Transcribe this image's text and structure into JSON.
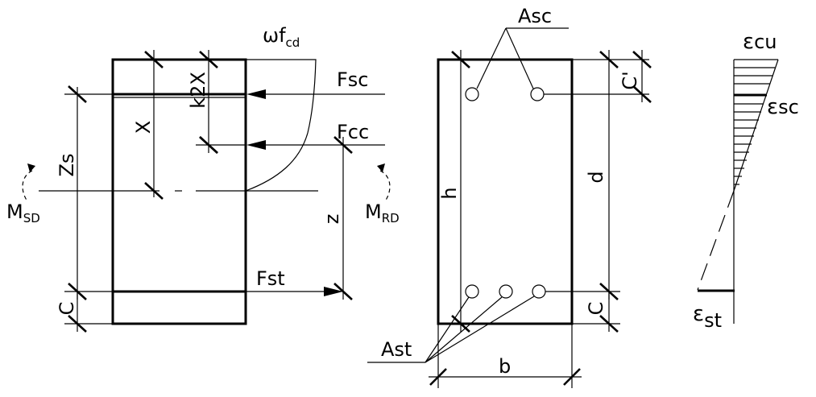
{
  "diagram": {
    "section1": {
      "stress_label": "ωf",
      "stress_sub": "cd",
      "k2x_label": "k2X",
      "x_label": "X",
      "zs_label": "Zs",
      "z_label": "z",
      "c_label": "C",
      "fsc_label": "Fsc",
      "fcc_label": "Fcc",
      "fst_label": "Fst",
      "msd_main": "M",
      "msd_sub": "SD",
      "mrd_main": "M",
      "mrd_sub": "RD"
    },
    "section2": {
      "asc_label": "Asc",
      "ast_label": "Ast",
      "h_label": "h",
      "d_label": "d",
      "c_top_label": "C'",
      "c_bot_label": "C",
      "b_label": "b"
    },
    "strain": {
      "ecu_main": "ε",
      "ecu_sub": "cu",
      "esc_main": "ε",
      "esc_sub": "sc",
      "est_main": "ε",
      "est_sub": "st"
    }
  }
}
